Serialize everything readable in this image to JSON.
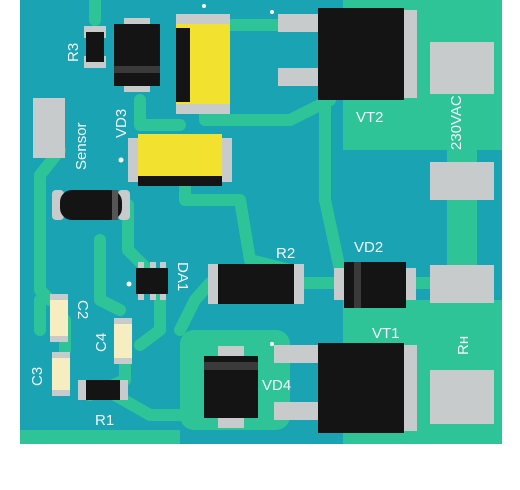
{
  "labels": {
    "r3": "R3",
    "sensor": "Sensor",
    "vd3": "VD3",
    "vt2": "VT2",
    "ac": "230VAC",
    "da1": "DA1",
    "r2": "R2",
    "vd2": "VD2",
    "c2": "C2",
    "c4": "C4",
    "c3": "C3",
    "vt1": "VT1",
    "rh": "Rн",
    "vd4": "VD4",
    "r1": "R1"
  },
  "colors": {
    "board": "#1aa3b2",
    "copper": "#2fc497",
    "pad": "#c8cbcc",
    "body": "#141414",
    "yellow": "#f2e22f",
    "silk": "#f2f6f6"
  }
}
